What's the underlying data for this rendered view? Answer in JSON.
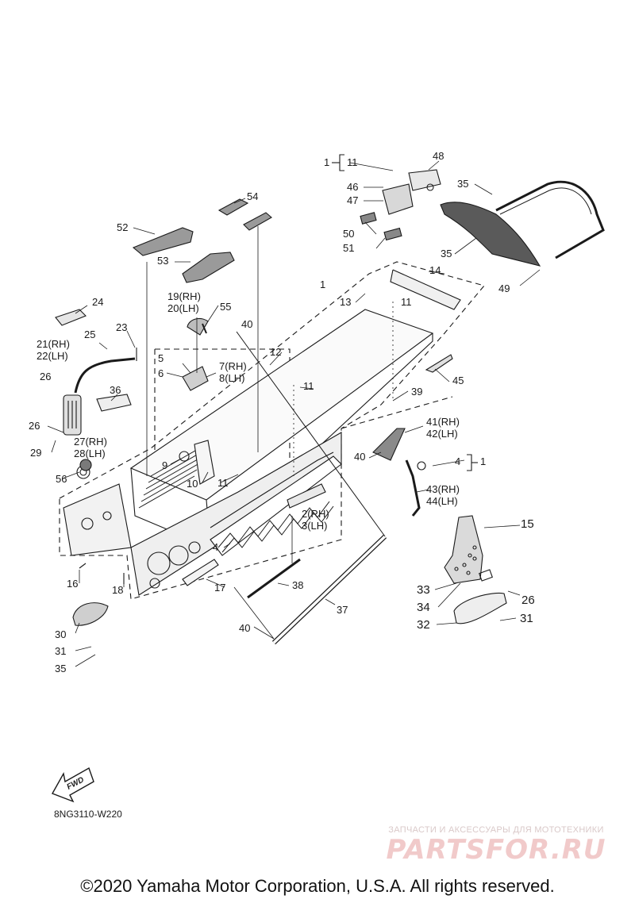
{
  "labels": {
    "p1_top": "1",
    "p11_top": "11",
    "p46": "46",
    "p47": "47",
    "p48": "48",
    "p35_top": "35",
    "p50": "50",
    "p51": "51",
    "p35_mid": "35",
    "p49": "49",
    "p54": "54",
    "p52": "52",
    "p53": "53",
    "p14": "14",
    "p1_frame": "1",
    "p13": "13",
    "p11_frame": "11",
    "p19_rh": "19(RH)",
    "p20_lh": "20(LH)",
    "p55": "55",
    "p24": "24",
    "p40_top": "40",
    "p21_rh": "21(RH)",
    "p22_lh": "22(LH)",
    "p25": "25",
    "p23": "23",
    "p12": "12",
    "p45": "45",
    "p5": "5",
    "p6": "6",
    "p7_rh": "7(RH)",
    "p8_lh": "8(LH)",
    "p26_left": "26",
    "p11_center": "11",
    "p39": "39",
    "p36": "36",
    "p41_rh": "41(RH)",
    "p42_lh": "42(LH)",
    "p26_lower": "26",
    "p27_rh": "27(RH)",
    "p28_lh": "28(LH)",
    "p29": "29",
    "p40_mid": "40",
    "p4_right": "4",
    "p1_right": "1",
    "p9": "9",
    "p56": "56",
    "p10": "10",
    "p11_lower": "11",
    "p43_rh": "43(RH)",
    "p44_lh": "44(LH)",
    "p2_rh": "2(RH)",
    "p3_lh": "3(LH)",
    "p15": "15",
    "p4_center": "4",
    "p16": "16",
    "p18": "18",
    "p17": "17",
    "p38": "38",
    "p33": "33",
    "p26_right": "26",
    "p34": "34",
    "p37": "37",
    "p31_right": "31",
    "p32": "32",
    "p30": "30",
    "p40_bottom": "40",
    "p31_left": "31",
    "p35_bottom": "35"
  },
  "fwd_label": "FWD",
  "drawing_code": "8NG3110-W220",
  "watermark": {
    "tagline": "ЗАПЧАСТИ И АКСЕССУАРЫ ДЛЯ МОТОТЕХНИКИ",
    "brand": "PARTSFOR.RU"
  },
  "copyright": "©2020 Yamaha Motor Corporation, U.S.A. All rights reserved.",
  "colors": {
    "ink": "#1a1a1a",
    "part_fill": "#e6e6e6",
    "watermark_red": "#e8a8a8"
  }
}
